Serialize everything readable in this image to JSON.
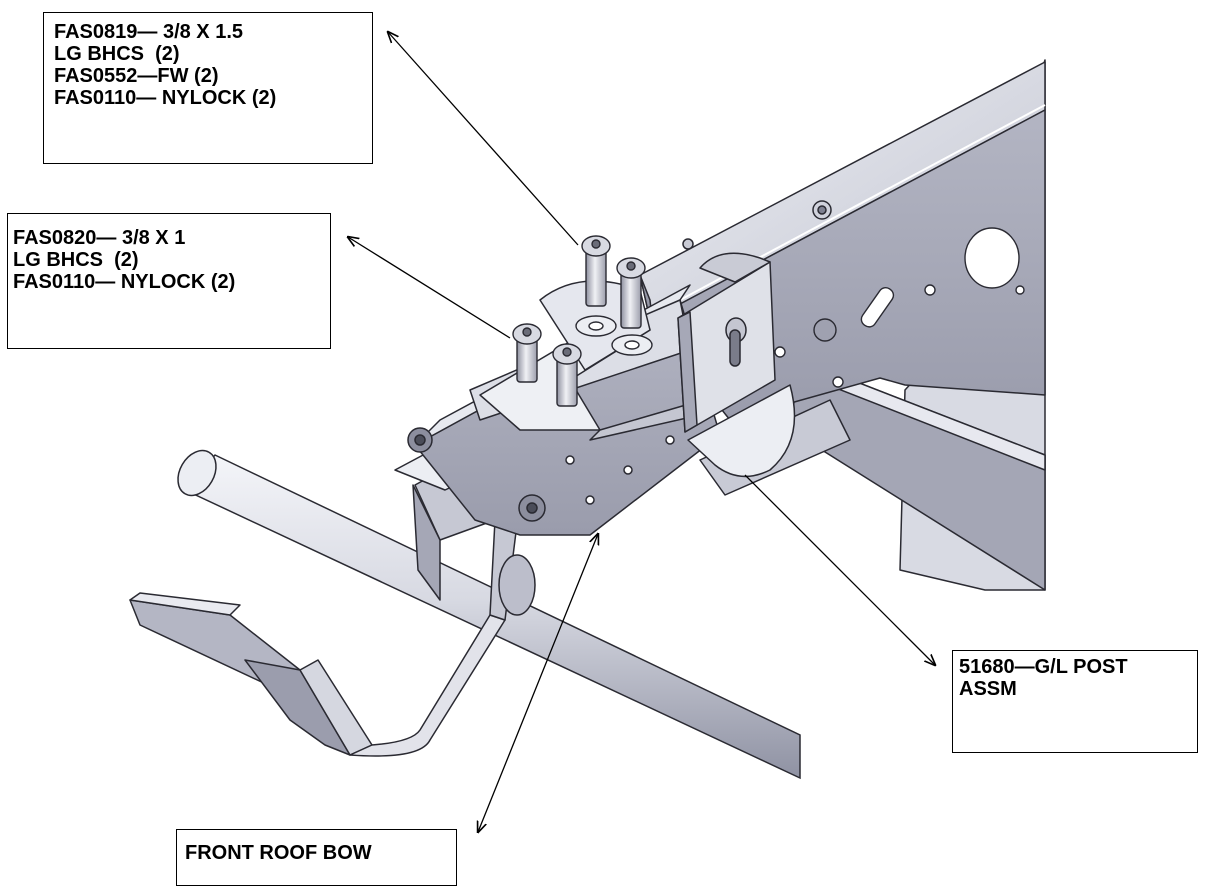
{
  "callouts": [
    {
      "id": "fasteners-long-bolts",
      "lines": [
        "FAS0819— 3/8 X 1.5",
        "LG BHCS  (2)",
        "FAS0552—FW (2)",
        "FAS0110— NYLOCK (2)"
      ]
    },
    {
      "id": "fasteners-short-bolts",
      "lines": [
        "FAS0820— 3/8 X 1",
        "LG BHCS  (2)",
        "FAS0110— NYLOCK (2)"
      ]
    },
    {
      "id": "post-assembly",
      "lines": [
        "51680—G/L POST",
        "ASSM"
      ]
    },
    {
      "id": "front-roof-bow",
      "lines": [
        "FRONT ROOF BOW"
      ]
    }
  ],
  "colors": {
    "steel_light": "#e6e7ee",
    "steel_mid": "#b9bbc8",
    "steel_dark": "#8d8fa0",
    "outline": "#2a2a32",
    "leader": "#000000"
  }
}
